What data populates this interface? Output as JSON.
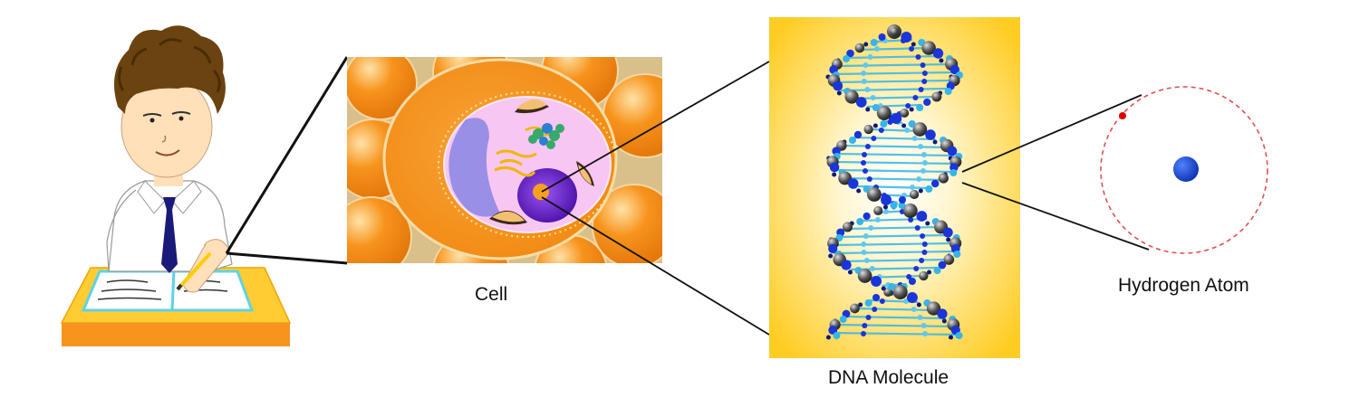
{
  "labels": {
    "cell": "Cell",
    "dna": "DNA Molecule",
    "atom": "Hydrogen Atom"
  },
  "colors": {
    "orange": "#f7941d",
    "dark_orange": "#e87d0d",
    "cytoplasm": "#f7c6f2",
    "nucleus": "#6a1fc7",
    "dna_blue": "#1a35d8",
    "dna_light_blue": "#34b6ea",
    "dna_gray": "#555555",
    "atom_nucleus": "#1a4fd6",
    "electron": "#e00000",
    "orbit": "#e05050"
  },
  "icons": [
    "student-illustration",
    "cell-illustration",
    "dna-helix-illustration",
    "hydrogen-atom-illustration"
  ]
}
